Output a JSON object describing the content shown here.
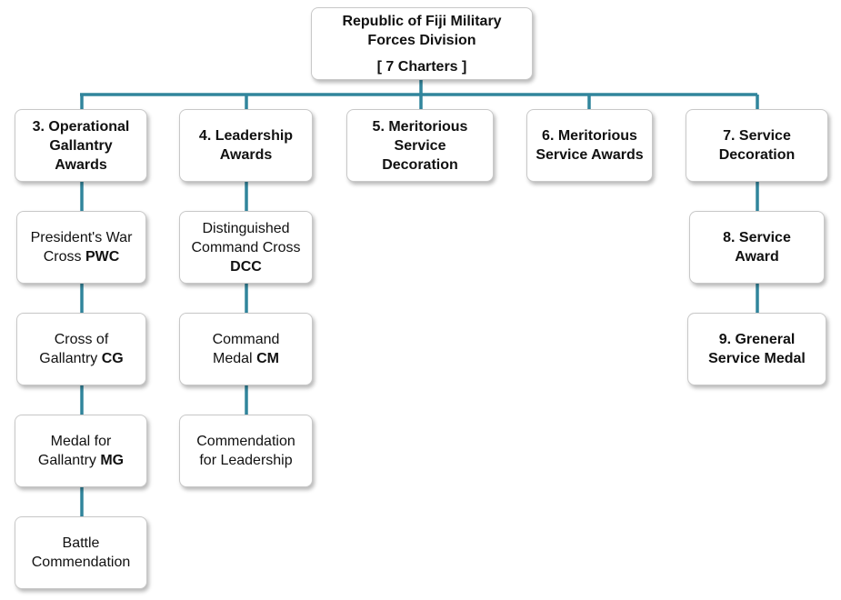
{
  "colors": {
    "connector": "#31859c",
    "box_border": "#c8c8c8"
  },
  "root": {
    "line1": "Republic of Fiji Military",
    "line2": "Forces  Division",
    "line3": "[ 7 Charters ]"
  },
  "categories": [
    {
      "lines": [
        "3.   Operational",
        "Gallantry",
        "Awards"
      ],
      "children": [
        {
          "line1": "President's War",
          "line2_text": "Cross   ",
          "abbr": "PWC"
        },
        {
          "line1": "Cross of",
          "line2_text": "Gallantry  ",
          "abbr": "CG"
        },
        {
          "line1": "Medal for",
          "line2_text": "Gallantry  ",
          "abbr": "MG"
        },
        {
          "line1": "Battle",
          "line2_text": "Commendation",
          "abbr": ""
        }
      ]
    },
    {
      "lines": [
        "4. Leadership",
        "Awards"
      ],
      "children": [
        {
          "line1": "Distinguished",
          "line2_text": "Command Cross",
          "abbr": "DCC"
        },
        {
          "line1": "Command",
          "line2_text": "Medal   ",
          "abbr": "CM"
        },
        {
          "line1": "Commendation",
          "line2_text": "for Leadership",
          "abbr": ""
        }
      ]
    },
    {
      "lines": [
        "5. Meritorious",
        "Service",
        "Decoration"
      ],
      "children": []
    },
    {
      "lines": [
        "6. Meritorious",
        "Service Awards"
      ],
      "children": []
    },
    {
      "lines": [
        "7. Service",
        "Decoration"
      ],
      "children": [
        {
          "lines": [
            "8. Service",
            "Award"
          ]
        },
        {
          "lines": [
            "9. Greneral",
            "Service Medal"
          ]
        }
      ]
    }
  ]
}
